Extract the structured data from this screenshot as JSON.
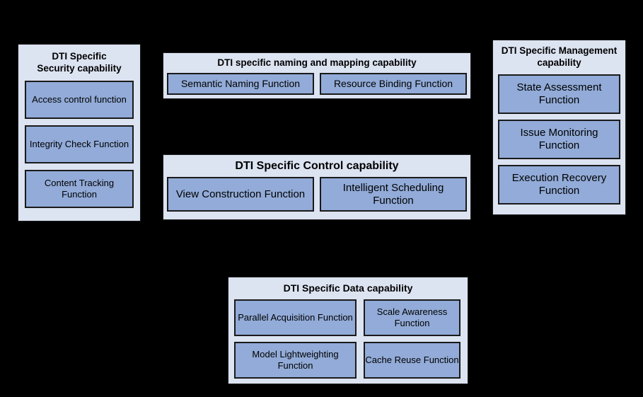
{
  "diagram": {
    "background_color": "#000000",
    "panel_fill": "#dce3f1",
    "box_fill": "#92abd8",
    "border_color": "#1a1a1a",
    "panels": [
      {
        "id": "security",
        "title": "DTI Specific\nSecurity capability",
        "title_line1": "DTI Specific",
        "title_line2": "Security capability",
        "functions": [
          "Access control function",
          "Integrity Check Function",
          "Content Tracking Function"
        ]
      },
      {
        "id": "naming",
        "title": "DTI specific naming and mapping capability",
        "functions": [
          "Semantic Naming Function",
          "Resource Binding Function"
        ]
      },
      {
        "id": "control",
        "title": "DTI Specific Control capability",
        "functions": [
          "View Construction Function",
          "Intelligent Scheduling Function"
        ]
      },
      {
        "id": "management",
        "title": "DTI Specific Management capability",
        "title_line1": "DTI Specific Management",
        "title_line2": "capability",
        "functions": [
          "State Assessment Function",
          "Issue Monitoring Function",
          "Execution Recovery Function"
        ]
      },
      {
        "id": "data",
        "title": "DTI Specific Data capability",
        "functions": [
          "Parallel Acquisition Function",
          "Scale Awareness Function",
          "Model Lightweighting Function",
          "Cache Reuse Function"
        ]
      }
    ]
  }
}
